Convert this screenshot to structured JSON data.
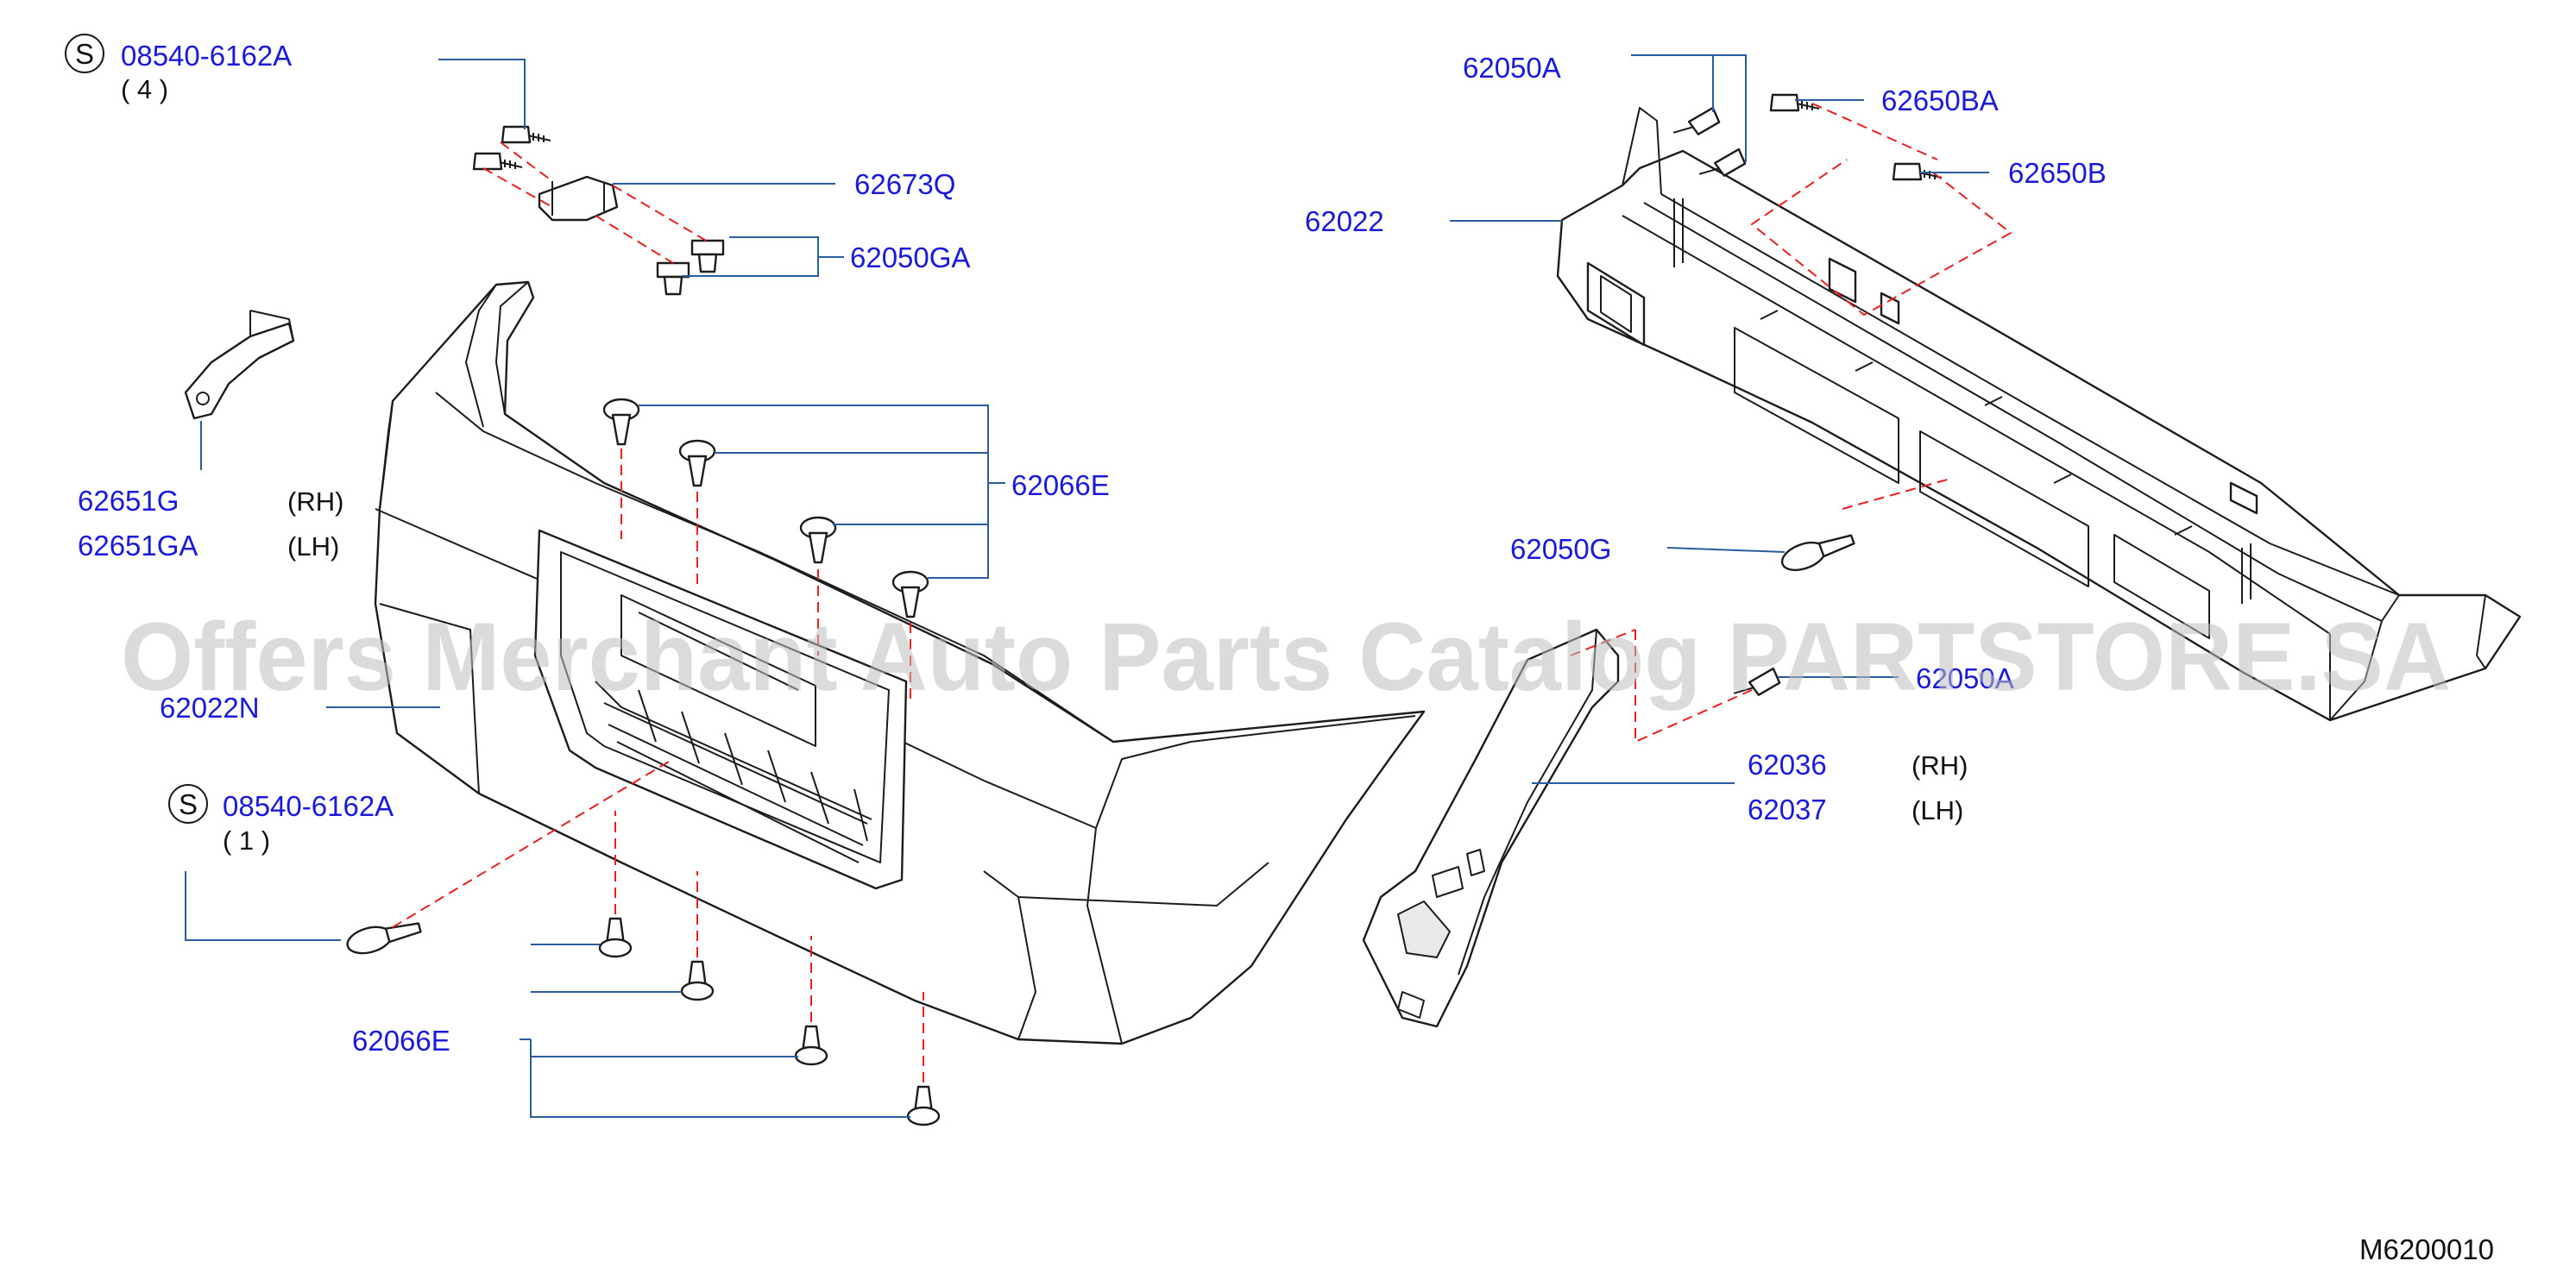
{
  "title": "Front Bumper",
  "diagram_code": "M6200010",
  "watermark": "Offers Merchant Auto Parts Catalog PARTSTORE.SA",
  "standard_part_symbol": "S",
  "colors": {
    "part_number": "#1a1adb",
    "leader": "#2a5d9f",
    "dash": "#e8201f",
    "ink": "#1c1c1c"
  },
  "labels": {
    "screw_top": {
      "part": "08540-6162A",
      "qty": "( 4 )"
    },
    "bracket": "62673Q",
    "clip_ga": "62050GA",
    "end_bracket_rh": {
      "part": "62651G",
      "side": "(RH)"
    },
    "end_bracket_lh": {
      "part": "62651GA",
      "side": "(LH)"
    },
    "fascia": "62022N",
    "screw_bottom": {
      "part": "08540-6162A",
      "qty": "( 1 )"
    },
    "clip_top": "62066E",
    "clip_bottom": "62066E",
    "armature_clip_a": "62050A",
    "bolt_ba": "62650BA",
    "bolt_b": "62650B",
    "armature": "62022",
    "clip_g": "62050G",
    "clip_a_lower": "62050A",
    "stay_rh": {
      "part": "62036",
      "side": "(RH)"
    },
    "stay_lh": {
      "part": "62037",
      "side": "(LH)"
    }
  }
}
